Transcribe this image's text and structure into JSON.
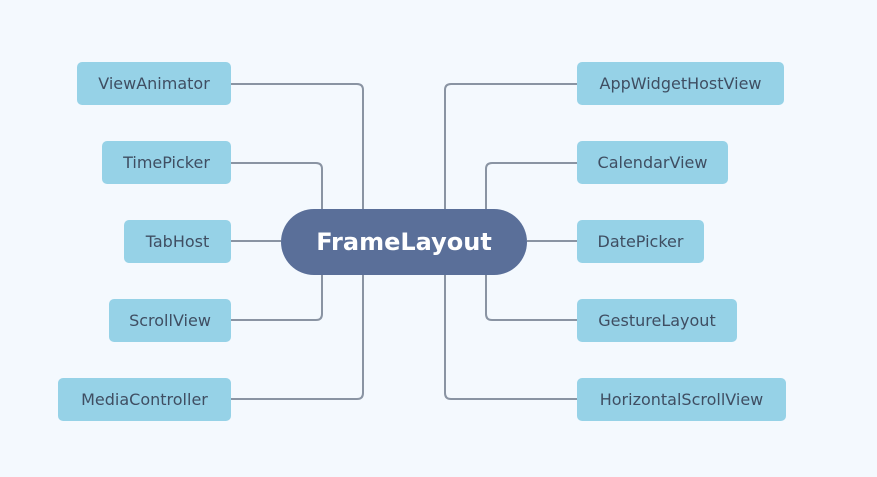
{
  "root": {
    "label": "FrameLayout"
  },
  "left_children": [
    {
      "label": "ViewAnimator"
    },
    {
      "label": "TimePicker"
    },
    {
      "label": "TabHost"
    },
    {
      "label": "ScrollView"
    },
    {
      "label": "MediaController"
    }
  ],
  "right_children": [
    {
      "label": "AppWidgetHostView"
    },
    {
      "label": "CalendarView"
    },
    {
      "label": "DatePicker"
    },
    {
      "label": "GestureLayout"
    },
    {
      "label": "HorizontalScrollView"
    }
  ],
  "colors": {
    "background": "#f4f9fe",
    "root_fill": "#5a6f99",
    "root_text": "#ffffff",
    "node_fill": "#96d2e7",
    "node_text": "#3f4e62",
    "connector": "#8a94a3"
  }
}
